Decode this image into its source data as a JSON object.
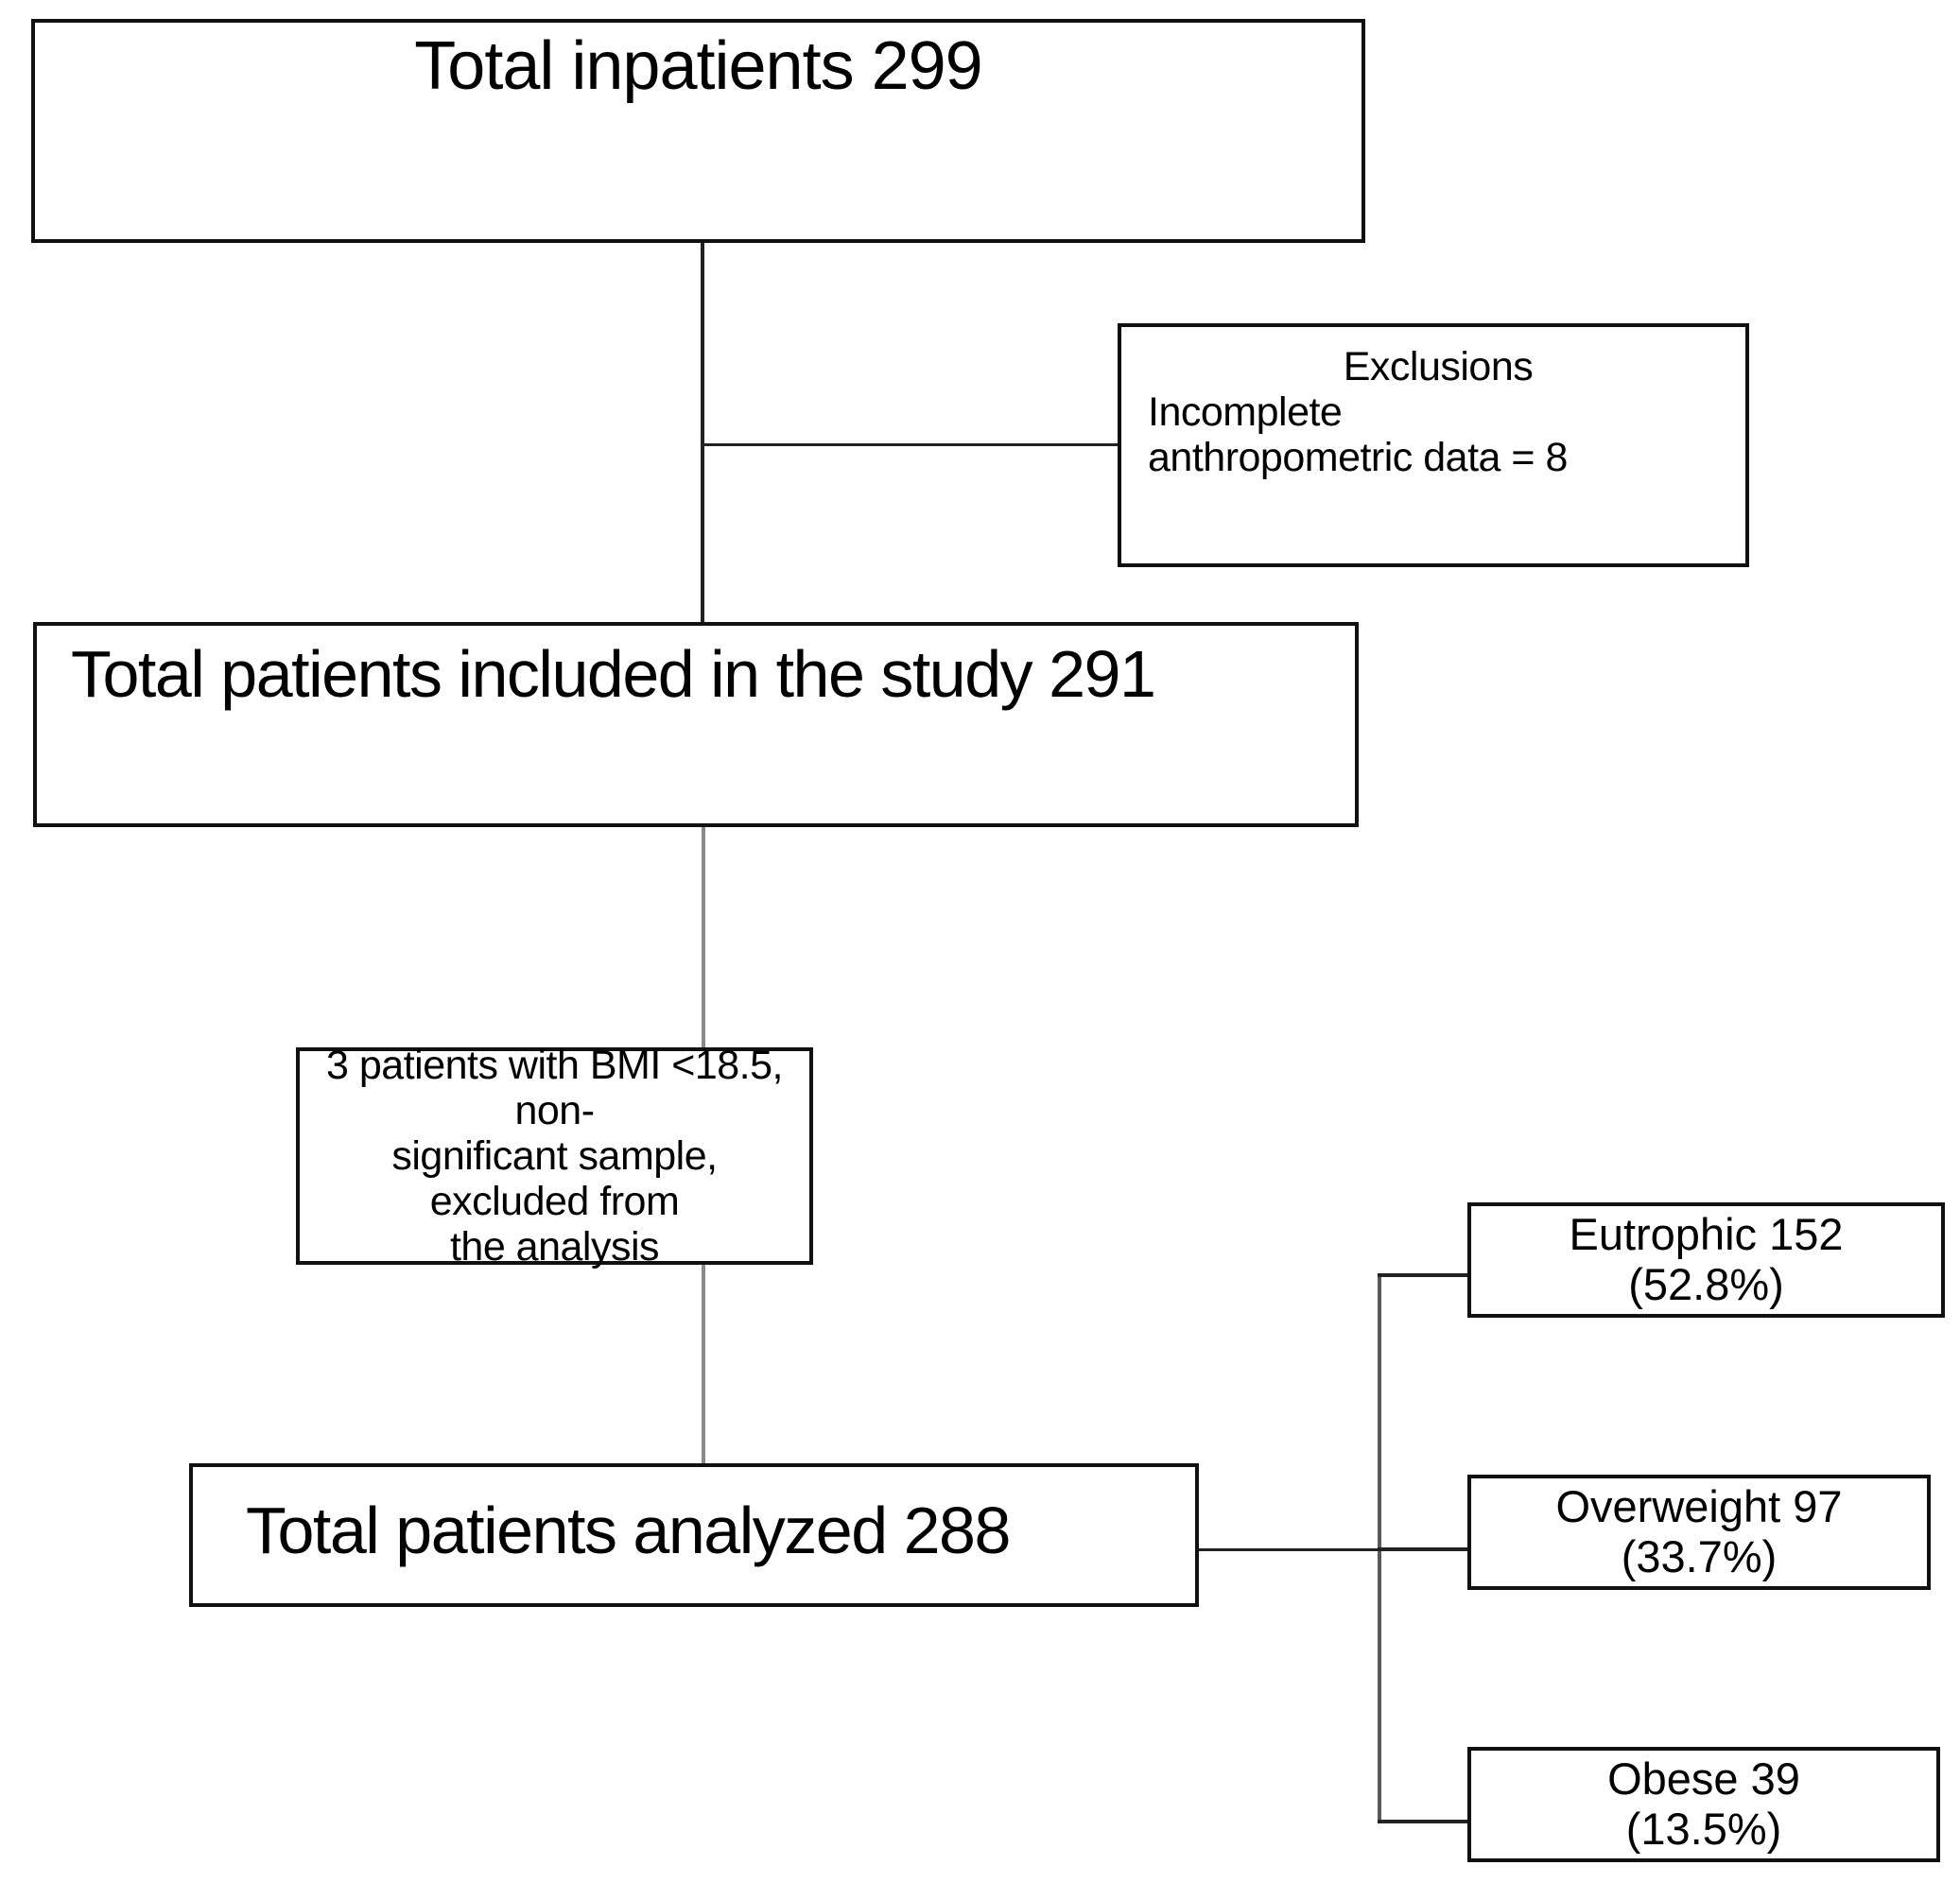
{
  "diagram": {
    "title": "Patient selection flow",
    "type": "flowchart",
    "border_color": "#111111",
    "background_color": "#ffffff",
    "text_color": "#000000"
  },
  "nodes": {
    "total_inpatients": {
      "label": "Total inpatients 299",
      "count": 299
    },
    "exclusions": {
      "heading": "Exclusions",
      "line1": "Incomplete",
      "line2": "anthropometric data = 8",
      "count": 8
    },
    "total_included": {
      "label": "Total patients included in the study 291",
      "count": 291
    },
    "bmi_excluded": {
      "line1": "3 patients with BMI <18.5, non-",
      "line2": "significant sample, excluded from",
      "line3": "the analysis",
      "count": 3
    },
    "total_analyzed": {
      "label": "Total patients analyzed 288",
      "count": 288
    },
    "eutrophic": {
      "line1": "Eutrophic 152",
      "line2": "(52.8%)",
      "count": 152,
      "percent": "52.8%"
    },
    "overweight": {
      "line1": "Overweight 97",
      "line2": "(33.7%)",
      "count": 97,
      "percent": "33.7%"
    },
    "obese": {
      "line1": "Obese 39",
      "line2": "(13.5%)",
      "count": 39,
      "percent": "13.5%"
    }
  }
}
